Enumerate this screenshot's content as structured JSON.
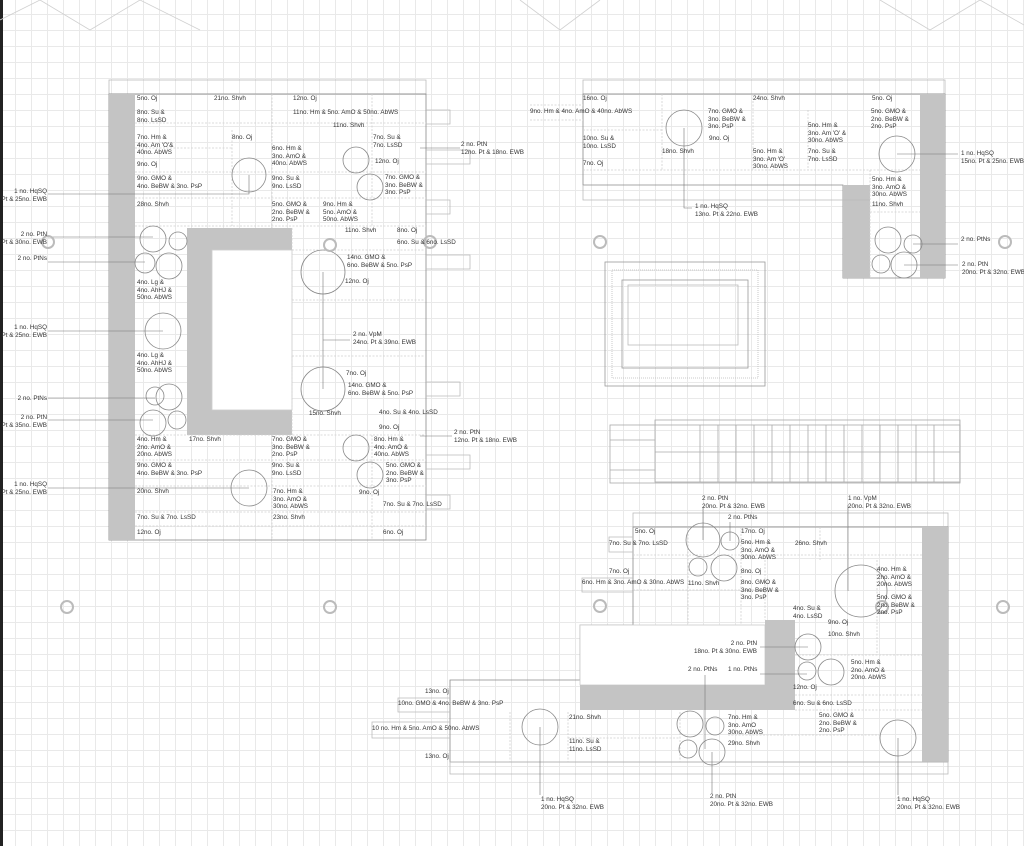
{
  "title": "Planting plan",
  "colors": {
    "paving": "#c4c4c4",
    "line": "#8a8a8a",
    "text": "#333333"
  },
  "labels": [
    "5no. Oj",
    "21no. Shvh",
    "12no. Oj",
    "8no. Su &\n8no. LsSD",
    "11no. Hm & 5no. AmO & 50no. AbWS",
    "11no. Shvh",
    "7no. Hm &\n4no. Am 'O'&\n40no. AbWS",
    "8no. Oj",
    "6no. Hm &\n3no. AmO &\n40no. AbWS",
    "7no. Su &\n7no. LsSD",
    "9no. Oj",
    "12no. Oj",
    "9no. GMO &\n4no. BeBW & 3no. PsP",
    "9no. Su &\n9no. LsSD",
    "7no. GMO &\n3no. BeBW &\n3no. PsP",
    "28no. Shvh",
    "5no. GMO &\n2no. BeBW &\n2no. PsP",
    "9no. Hm &\n5no. AmO &\n50no. AbWS",
    "11no. Shvh",
    "8no. Oj",
    "6no. Su & 6no. LsSD",
    "14no. GMO &\n6no. BeBW & 5no. PsP",
    "12no. Oj",
    "4no. Lg &\n4no. AhHJ &\n50no. AbWS",
    "4no. Lg &\n4no. AhHJ &\n50no. AbWS",
    "7no. Oj",
    "14no. GMO &\n6no. BeBW & 5no. PsP",
    "15no. Shvh",
    "4no. Su & 4no. LsSD",
    "9no. Oj",
    "4no. Hm &\n2no. AmO &\n20no. AbWS",
    "17no. Shvh",
    "7no. GMO &\n3no. BeBW &\n2no. PsP",
    "8no. Hm &\n4no. AmO &\n40no. AbWS",
    "9no. GMO &\n4no. BeBW & 3no. PsP",
    "9no. Su &\n9no. LsSD",
    "5no. GMO &\n2no. BeBW &\n3no. PsP",
    "20no. Shvh",
    "7no. Hm &\n3no. AmO &\n30no. AbWS",
    "9no. Oj",
    "7no. Su & 7no. LsSD",
    "7no. Su & 7no. LsSD",
    "23no. Shvh",
    "12no. Oj",
    "6no. Oj",
    "2 no. PtN\n12no. Pt & 18no. EWB",
    "1 no. HqSQ\nPt & 25no. EWB",
    "2 no. PtN\nPt & 30no. EWB",
    "2 no. PtNs",
    "1 no. HqSQ\nPt & 25no. EWB",
    "2 no. VpM\n24no. Pt & 39no. EWB",
    "2 no. PtNs",
    "2 no. PtN\nPt & 35no. EWB",
    "2 no. PtN\n12no. Pt & 18no. EWB",
    "1 no. HqSQ\nPt & 25no. EWB",
    "16no. Oj",
    "24no. Shvh",
    "5no. Oj",
    "9no. Hm & 4no. AmO & 40no. AbWS",
    "7no. GMO &\n3no. BeBW &\n3no. PsP",
    "5no. GMO &\n2no. BeBW &\n2no. PsP",
    "5no. Hm &\n3no. Am 'O' &\n30no. AbWS",
    "10no. Su &\n10no. LsSD",
    "9no. Oj",
    "18no. Shvh",
    "5no. Hm &\n3no. Am 'O'\n30no. AbWS",
    "7no. Su &\n7no. LsSD",
    "7no. Oj",
    "5no. Hm &\n3no. AmO &\n30no. AbWS",
    "11no. Shvh",
    "1 no. HqSQ\n15no. Pt & 25no. EWB",
    "1 no. HqSQ\n13no. Pt & 22no. EWB",
    "2 no. PtNs",
    "2 no. PtN\n20no. Pt & 32no. EWB",
    "2 no. PtN\n20no. Pt & 32no. EWB",
    "1 no. VpM\n20no. Pt & 32no. EWB",
    "2 no. PtNs",
    "5no. Oj",
    "17no. Oj",
    "7no. Su & 7no. LsSD",
    "5no. Hm &\n3no. AmO &\n30no. AbWS",
    "26no. Shvh",
    "7no. Oj",
    "8no. Oj",
    "4no. Hm &\n2no. AmO &\n20no. AbWS",
    "6no. Hm & 3no. AmO & 30no. AbWS",
    "11no. Shvh",
    "8no. GMO &\n3no. BeBW &\n3no. PsP",
    "5no. GMO &\n2no. BeBW &\n2no. PsP",
    "4no. Su &\n4no. LsSD",
    "9no. Oj",
    "10no. Shvh",
    "2 no. PtN\n18no. Pt & 30no. EWB",
    "5no. Hm &\n2no. AmO &\n20no. AbWS",
    "2 no. PtNs",
    "1 no. PtNs",
    "12no. Oj",
    "6no. Su & 6no. LsSD",
    "13no. Oj",
    "10no. GMO & 4no. BeBW & 3no. PsP",
    "21no. Shvh",
    "7no. Hm &\n3no. AmO\n30no. AbWS",
    "5no. GMO &\n2no. BeBW &\n2no. PsP",
    "10 no. Hm & 5no. AmO & 50no. AbWS",
    "11no. Su &\n11no. LsSD",
    "29no. Shvh",
    "13no. Oj",
    "1 no. HqSQ\n20no. Pt & 32no. EWB",
    "2 no. PtN\n20no. Pt & 32no. EWB",
    "1 no. HqSQ\n20no. Pt & 32no. EWB"
  ]
}
